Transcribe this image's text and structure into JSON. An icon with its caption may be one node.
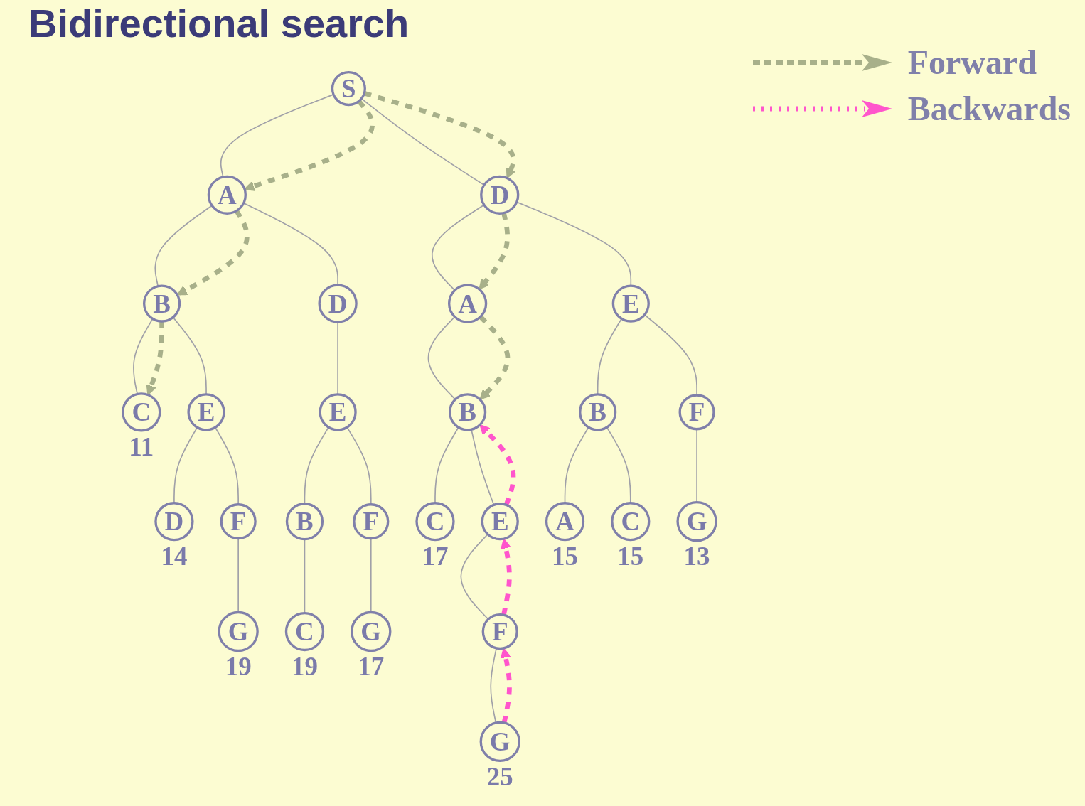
{
  "diagram": {
    "title": "Bidirectional search",
    "nodes": [
      {
        "text": [
          "S"
        ]
      },
      {
        "text": [
          "A"
        ]
      },
      {
        "text": [
          "D"
        ]
      },
      {
        "text": [
          "B"
        ]
      },
      {
        "text": [
          "D"
        ]
      },
      {
        "text": [
          "A"
        ]
      },
      {
        "text": [
          "E"
        ]
      },
      {
        "text": [
          "C"
        ],
        "beside": [
          "11"
        ]
      },
      {
        "text": [
          "E"
        ]
      },
      {
        "text": [
          "E"
        ]
      },
      {
        "text": [
          "B"
        ]
      },
      {
        "text": [
          "B"
        ]
      },
      {
        "text": [
          "F"
        ]
      },
      {
        "text": [
          "D"
        ],
        "beside": [
          "14"
        ]
      },
      {
        "text": [
          "F"
        ]
      },
      {
        "text": [
          "B"
        ]
      },
      {
        "text": [
          "F"
        ]
      },
      {
        "text": [
          "C"
        ],
        "beside": [
          "17"
        ]
      },
      {
        "text": [
          "E"
        ]
      },
      {
        "text": [
          "A"
        ],
        "beside": [
          "15"
        ]
      },
      {
        "text": [
          "C"
        ],
        "beside": [
          "15"
        ]
      },
      {
        "text": [
          "G"
        ],
        "beside": [
          "13"
        ]
      },
      {
        "text": [
          "G"
        ],
        "beside": [
          "19"
        ]
      },
      {
        "text": [
          "C"
        ],
        "beside": [
          "19"
        ]
      },
      {
        "text": [
          "G"
        ],
        "beside": [
          "17"
        ]
      },
      {
        "text": [
          "F"
        ]
      },
      {
        "text": [
          "G"
        ],
        "beside": [
          "25"
        ]
      }
    ],
    "edges": [
      {
        "from": 0,
        "to": 1,
        "arrow": "none"
      },
      {
        "from": 0,
        "to": 2,
        "arrow": "none"
      },
      {
        "from": 1,
        "to": 3,
        "arrow": "none"
      },
      {
        "from": 1,
        "to": 4,
        "arrow": "none"
      },
      {
        "from": 2,
        "to": 5,
        "arrow": "none"
      },
      {
        "from": 2,
        "to": 6,
        "arrow": "none"
      },
      {
        "from": 3,
        "to": 7,
        "arrow": "none"
      },
      {
        "from": 3,
        "to": 8,
        "arrow": "none"
      },
      {
        "from": 4,
        "to": 9,
        "arrow": "none"
      },
      {
        "from": 5,
        "to": 10,
        "arrow": "none"
      },
      {
        "from": 6,
        "to": 11,
        "arrow": "none"
      },
      {
        "from": 6,
        "to": 12,
        "arrow": "none"
      },
      {
        "from": 8,
        "to": 13,
        "arrow": "none"
      },
      {
        "from": 8,
        "to": 14,
        "arrow": "none"
      },
      {
        "from": 9,
        "to": 15,
        "arrow": "none"
      },
      {
        "from": 9,
        "to": 16,
        "arrow": "none"
      },
      {
        "from": 10,
        "to": 17,
        "arrow": "none"
      },
      {
        "from": 10,
        "to": 18,
        "arrow": "none"
      },
      {
        "from": 11,
        "to": 19,
        "arrow": "none"
      },
      {
        "from": 11,
        "to": 20,
        "arrow": "none"
      },
      {
        "from": 12,
        "to": 21,
        "arrow": "none"
      },
      {
        "from": 14,
        "to": 22,
        "arrow": "none"
      },
      {
        "from": 15,
        "to": 23,
        "arrow": "none"
      },
      {
        "from": 16,
        "to": 24,
        "arrow": "none"
      },
      {
        "from": 18,
        "to": 25,
        "arrow": "none"
      },
      {
        "from": 25,
        "to": 26,
        "arrow": "none"
      },
      {
        "from": 0,
        "to": 1,
        "arrow": "to",
        "style": "dashed",
        "color": "#a8b08a"
      },
      {
        "from": 0,
        "to": 2,
        "arrow": "to",
        "style": "dashed",
        "color": "#a8b08a"
      },
      {
        "from": 1,
        "to": 3,
        "arrow": "to",
        "style": "dashed",
        "color": "#a8b08a"
      },
      {
        "from": 3,
        "to": 7,
        "arrow": "to",
        "style": "dashed",
        "color": "#a8b08a"
      },
      {
        "from": 2,
        "to": 5,
        "arrow": "to",
        "style": "dashed",
        "color": "#a8b08a"
      },
      {
        "from": 5,
        "to": 10,
        "arrow": "to",
        "style": "dashed",
        "color": "#a8b08a"
      },
      {
        "from": 26,
        "to": 25,
        "arrow": "to",
        "style": "dashed",
        "color": "#ff55cc"
      },
      {
        "from": 25,
        "to": 18,
        "arrow": "to",
        "style": "dashed",
        "color": "#ff55cc"
      },
      {
        "from": 18,
        "to": 10,
        "arrow": "to",
        "style": "dashed",
        "color": "#ff55cc"
      }
    ],
    "legend": [
      {
        "text": "Forward"
      },
      {
        "text": "Backwards"
      }
    ]
  }
}
